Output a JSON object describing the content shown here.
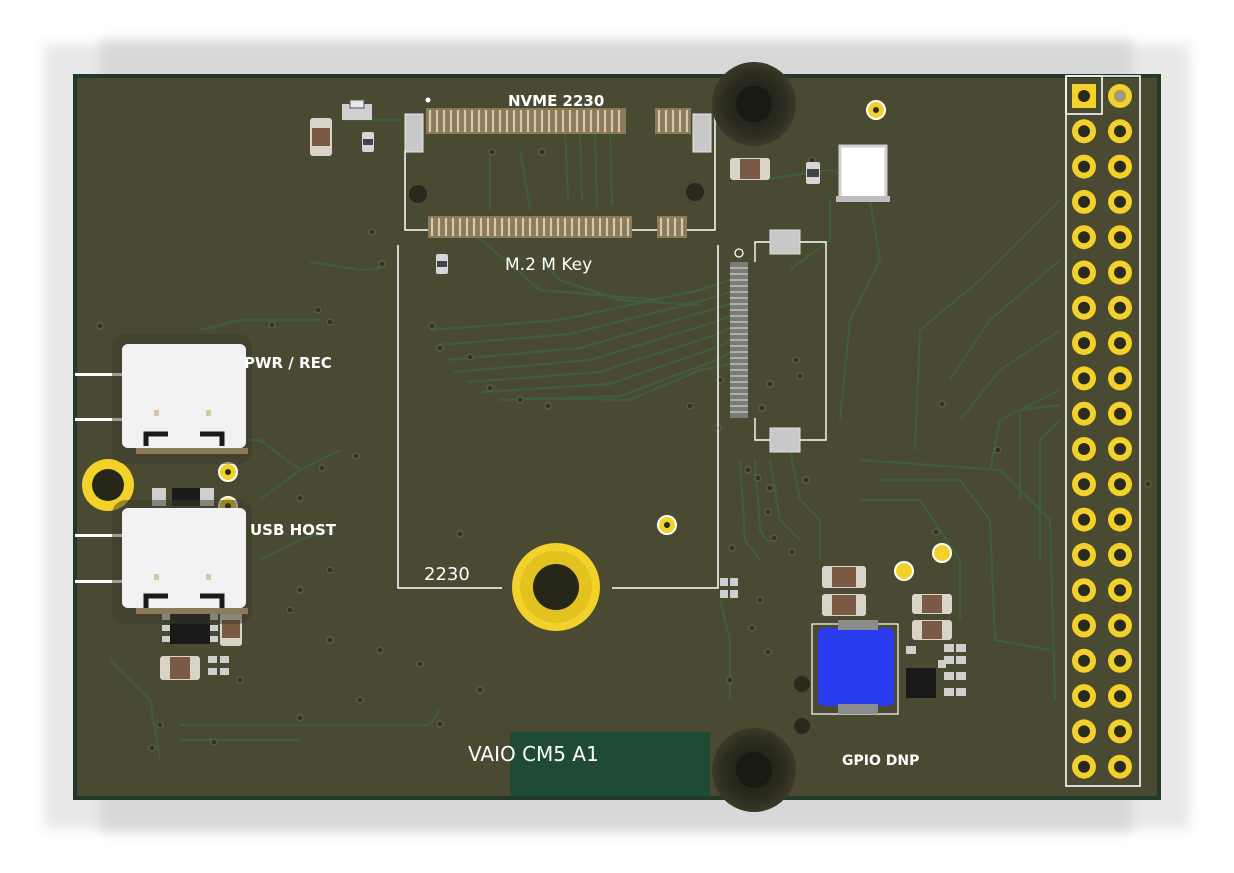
{
  "labels": {
    "nvme": "NVME 2230",
    "m2_key": "M.2 M Key",
    "pwr_rec": "PWR / REC",
    "usb_host": "USB HOST",
    "size_2230": "2230",
    "board_name": "VAIO CM5 A1",
    "gpio": "GPIO DNP"
  },
  "colors": {
    "background": "#ffffff",
    "pcb": "#4a4a33",
    "pcb_edge": "#1f3a2a",
    "trace": "#3d5c3a",
    "copper_fill": "#1f4a33",
    "gold": "#f2d22a",
    "usb_metal": "#f2f2f2",
    "inductor": "#2a3cf0"
  },
  "icons": {
    "mounting_hole": "mounting-hole-icon",
    "gpio_header": "pin-header-icon",
    "usb_connector": "usb-c-icon"
  }
}
